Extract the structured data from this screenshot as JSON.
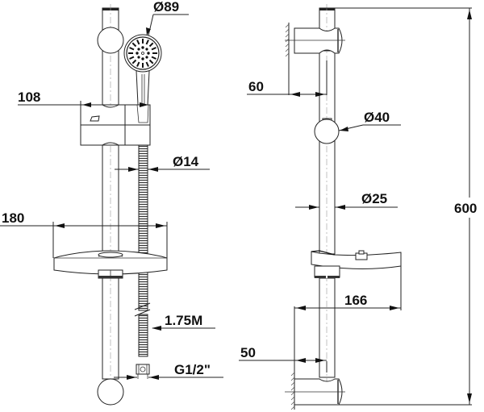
{
  "drawing": {
    "title": "Shower rail set technical drawing",
    "views": [
      "front-view",
      "side-view"
    ],
    "front_view": {
      "dimensions": {
        "shower_head_diameter": "Ø89",
        "holder_width": "108",
        "hose_diameter": "Ø14",
        "soap_dish_width": "180",
        "hose_length": "1.75M",
        "connector_thread": "G1/2\""
      }
    },
    "side_view": {
      "dimensions": {
        "top_bracket_offset": "60",
        "slider_knob_diameter": "Ø40",
        "rail_diameter": "Ø25",
        "total_height": "600",
        "soap_dish_depth": "166",
        "bottom_bracket_offset": "50"
      }
    },
    "colors": {
      "line": "#222222",
      "background": "#ffffff"
    }
  }
}
